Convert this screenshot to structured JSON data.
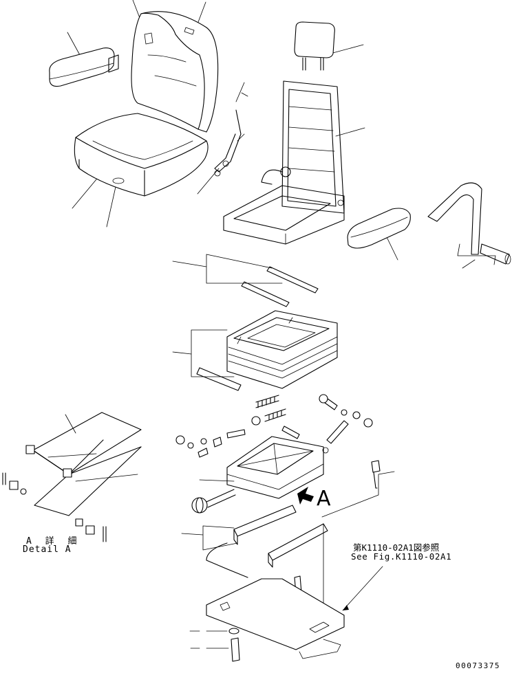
{
  "labels": {
    "detail_ja": "A 詳 細",
    "detail_en": "Detail A",
    "ref_ja": "第K1110-02A1図参照",
    "ref_en": "See Fig.K1110-02A1",
    "view_arrow_letter": "A",
    "drawing_number": "00073375"
  },
  "colors": {
    "ink": "#000000",
    "background": "#ffffff"
  }
}
